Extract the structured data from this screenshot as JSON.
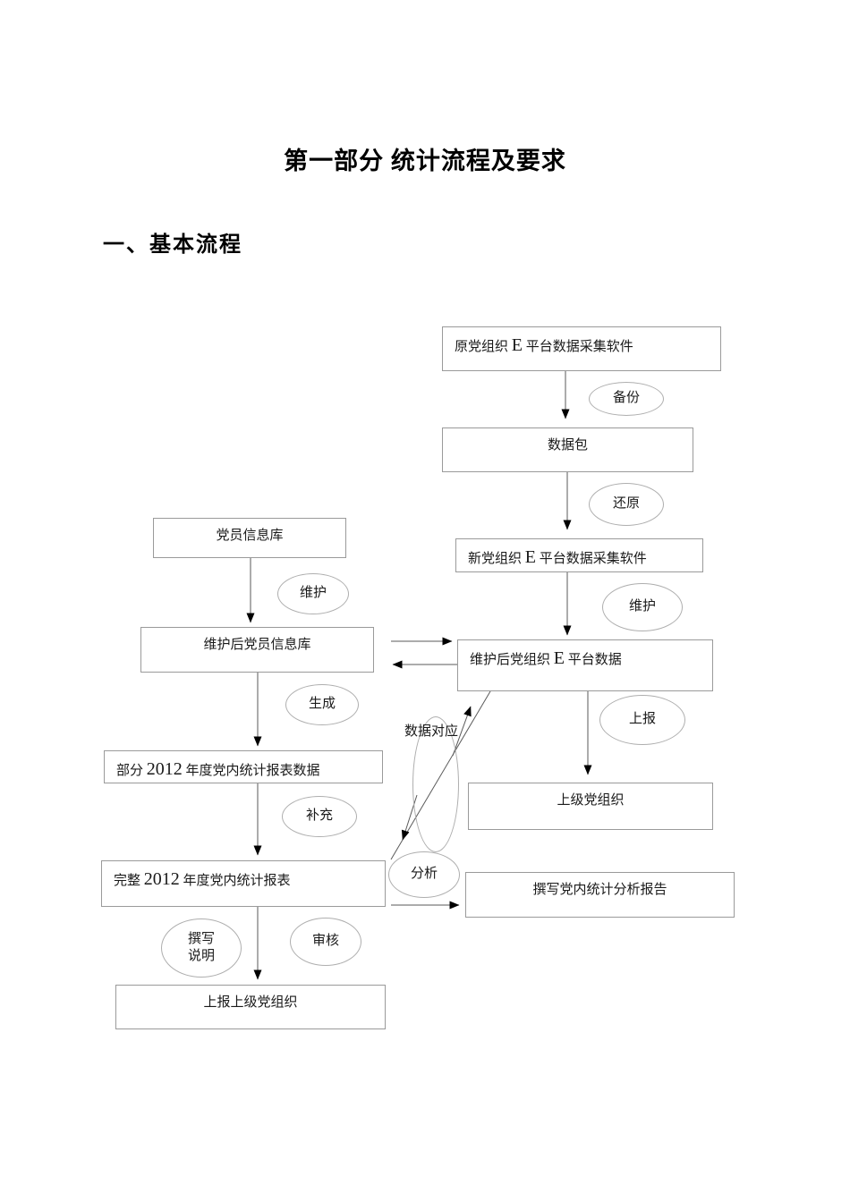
{
  "document": {
    "title": "第一部分 统计流程及要求",
    "section_heading": "一、基本流程"
  },
  "flowchart": {
    "boxes": {
      "source_software": "原党组织 E 平台数据采集软件",
      "data_package": "数据包",
      "new_software": "新党组织 E 平台数据采集软件",
      "maintained_platform_data": "维护后党组织 E 平台数据",
      "higher_party_org": "上级党组织",
      "write_analysis_report": "撰写党内统计分析报告",
      "member_info_db": "党员信息库",
      "maintained_member_info_db": "维护后党员信息库",
      "partial_report_data": "部分 2012 年度党内统计报表数据",
      "complete_report": "完整 2012 年度党内统计报表",
      "submit_to_higher_org": "上报上级党组织"
    },
    "process_labels": {
      "backup": "备份",
      "restore": "还原",
      "maintain_right": "维护",
      "report_up": "上报",
      "maintain_left": "维护",
      "generate": "生成",
      "supplement": "补充",
      "data_mapping": "数据对应",
      "analyze": "分析",
      "write_notes_line1": "撰写",
      "write_notes_line2": "说明",
      "review": "审核"
    },
    "colors": {
      "box_border": "#9a9a9a",
      "ellipse_border": "#aeaeae",
      "line": "#5a5a5a",
      "arrowhead": "#000000",
      "text": "#1a1a1a"
    }
  }
}
